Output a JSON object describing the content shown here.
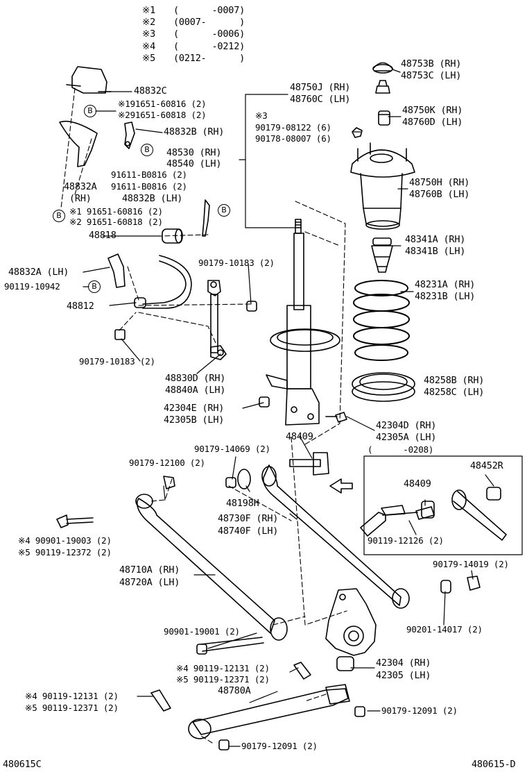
{
  "notes": [
    {
      "mark": "※1",
      "range": "(      -0007)"
    },
    {
      "mark": "※2",
      "range": "(0007-      )"
    },
    {
      "mark": "※3",
      "range": "(      -0006)"
    },
    {
      "mark": "※4",
      "range": "(      -0212)"
    },
    {
      "mark": "※5",
      "range": "(0212-      )"
    }
  ],
  "callout_letter": "B",
  "inset_range": "(      -0208)",
  "labels": {
    "p48753B": "48753B (RH)",
    "p48753C": "48753C (LH)",
    "p48750J": "48750J (RH)",
    "p48760C": "48760C (LH)",
    "n3": "※3",
    "p90179_08122": "90179-08122 (6)",
    "p90178_08007": "90178-08007 (6)",
    "p48750K": "48750K (RH)",
    "p48760D": "48760D (LH)",
    "p48750H": "48750H (RH)",
    "p48760B": "48760B (LH)",
    "p48341A": "48341A (RH)",
    "p48341B": "48341B (LH)",
    "p48231A": "48231A (RH)",
    "p48231B": "48231B (LH)",
    "p48258B": "48258B (RH)",
    "p48258C": "48258C (LH)",
    "p48832C": "48832C",
    "p191651_60816": "※191651-60816 (2)",
    "p291651_60818": "※291651-60818 (2)",
    "p48832B_RH": "48832B (RH)",
    "p48530": "48530 (RH)",
    "p48540": "48540 (LH)",
    "p91611_a": "91611-B0816 (2)",
    "p91611_b": "91611-B0816 (2)",
    "p48832A": "48832A",
    "pRH": "(RH)",
    "p48832B_LH": "48832B (LH)",
    "p1_91651": "※1 91651-60816 (2)",
    "p2_91651": "※2 91651-60818 (2)",
    "p48818": "48818",
    "p48832A_LH": "48832A (LH)",
    "p90119_10942": "90119-10942",
    "p90179_10183_a": "90179-10183 (2)",
    "p48812": "48812",
    "p90179_10183_b": "90179-10183 (2)",
    "p48830D": "48830D (RH)",
    "p48840A": "48840A (LH)",
    "p42304E": "42304E (RH)",
    "p42305B": "42305B (LH)",
    "p42304D": "42304D (RH)",
    "p42305A": "42305A (LH)",
    "p48409": "48409",
    "p90179_14069": "90179-14069 (2)",
    "p90179_12100": "90179-12100 (2)",
    "p48198H": "48198H",
    "p48730F": "48730F (RH)",
    "p48740F": "48740F (LH)",
    "p4_90901": "※4 90901-19003 (2)",
    "p5_90119_12372": "※5 90119-12372 (2)",
    "p48710A": "48710A (RH)",
    "p48720A": "48720A (LH)",
    "p48452R": "48452R",
    "p48409_inset": "48409",
    "p90119_12126": "90119-12126 (2)",
    "p90179_14019": "90179-14019 (2)",
    "p90201_14017": "90201-14017 (2)",
    "p90901_19001": "90901-19001 (2)",
    "p4_90119_12131_a": "※4 90119-12131 (2)",
    "p5_90119_12371_a": "※5 90119-12371 (2)",
    "p42304": "42304 (RH)",
    "p42305": "42305 (LH)",
    "p48780A": "48780A",
    "p4_90119_12131_b": "※4 90119-12131 (2)",
    "p5_90119_12371_b": "※5 90119-12371 (2)",
    "p90179_12091_a": "90179-12091 (2)",
    "p90179_12091_b": "90179-12091 (2)"
  },
  "footer": {
    "left_code": "480615C",
    "right_code": "480615-D"
  }
}
